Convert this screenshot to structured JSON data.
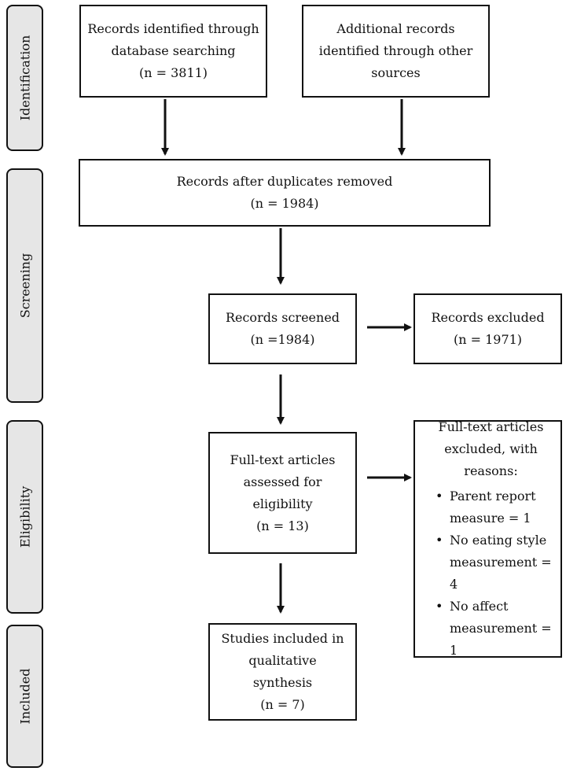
{
  "phases": [
    "Identification",
    "Screening",
    "Eligibility",
    "Included"
  ],
  "boxes": {
    "database": {
      "text": "Records identified through database searching",
      "count": "(n = 3811)"
    },
    "additional": {
      "text": "Additional records identified through other sources",
      "count": ""
    },
    "duplicates": {
      "text": "Records after duplicates removed",
      "count": "(n = 1984)"
    },
    "screened": {
      "text": "Records screened",
      "count": "(n =1984)"
    },
    "excluded": {
      "text": "Records excluded",
      "count": "(n = 1971)"
    },
    "fulltext": {
      "text": "Full-text articles assessed for eligibility",
      "count": "(n = 13)"
    },
    "fulltext_excluded": {
      "text": "Full-text articles excluded, with reasons:",
      "reasons": [
        "Parent report measure = 1",
        "No eating style measurement = 4",
        "No affect measurement = 1"
      ]
    },
    "included": {
      "text": "Studies included in qualitative synthesis",
      "count": "(n = 7)"
    }
  }
}
